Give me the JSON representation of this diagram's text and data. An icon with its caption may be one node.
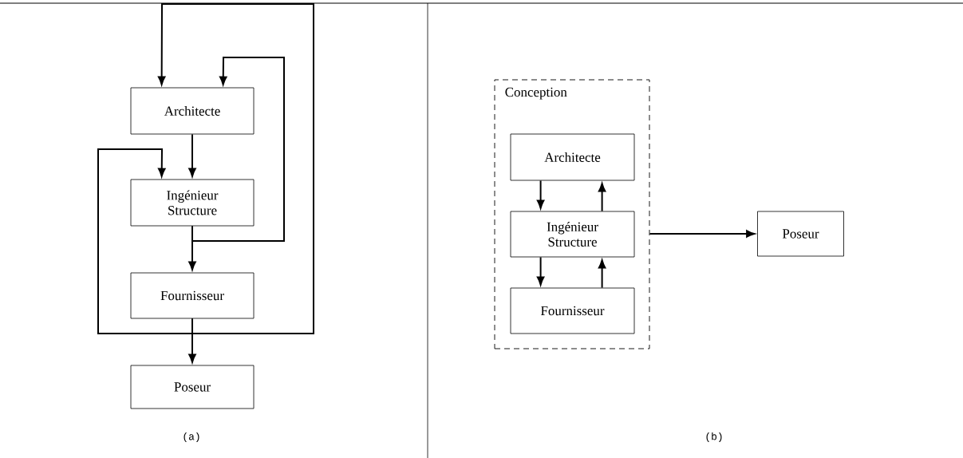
{
  "diagram": {
    "nodes": [
      {
        "text": [
          "Architecte"
        ]
      },
      {
        "text": [
          "Ingénieur Structure"
        ]
      },
      {
        "text": [
          "Fournisseur"
        ]
      },
      {
        "text": [
          "Poseur"
        ]
      },
      {
        "text": [
          "Conception"
        ]
      },
      {
        "text": [
          "Architecte"
        ],
        "in": 4
      },
      {
        "text": [
          "Ingénieur Structure"
        ],
        "in": 4
      },
      {
        "text": [
          "Fournisseur"
        ],
        "in": 4
      },
      {
        "text": [
          "Poseur"
        ]
      }
    ],
    "edges": [
      {
        "from": 0,
        "to": 1,
        "arrow": "to"
      },
      {
        "from": 1,
        "to": 2,
        "arrow": "to"
      },
      {
        "from": 1,
        "to": 0,
        "arrow": "to"
      },
      {
        "from": 2,
        "to": 3,
        "arrow": "to"
      },
      {
        "from": 2,
        "to": 1,
        "arrow": "to"
      },
      {
        "from": 2,
        "to": 0,
        "arrow": "to"
      },
      {
        "from": 5,
        "to": 6,
        "arrow": "to"
      },
      {
        "from": 6,
        "to": 5,
        "arrow": "to"
      },
      {
        "from": 6,
        "to": 7,
        "arrow": "to"
      },
      {
        "from": 7,
        "to": 6,
        "arrow": "to"
      },
      {
        "from": 4,
        "to": 8,
        "arrow": "to"
      }
    ],
    "labels": [
      "(a)",
      "(b)"
    ]
  }
}
